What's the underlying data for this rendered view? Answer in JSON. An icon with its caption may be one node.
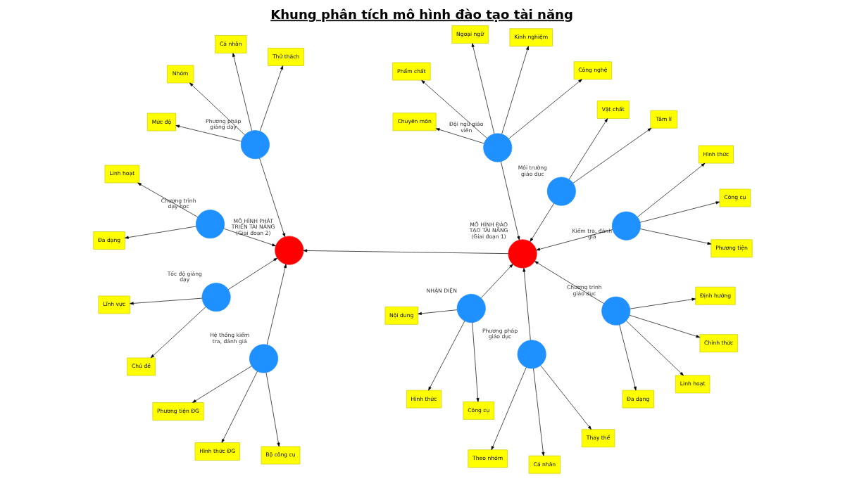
{
  "diagram": {
    "title": "Khung phân tích mô hình đào tạo tài năng",
    "nodes": [
      {
        "text": [
          "Đa dạng"
        ]
      },
      {
        "text": [
          "Chính thức"
        ]
      },
      {
        "text": [
          "Linh hoạt"
        ]
      },
      {
        "text": [
          "Định hướng"
        ]
      },
      {
        "text": [
          "Công cụ"
        ]
      },
      {
        "text": [
          "Nội dung"
        ]
      },
      {
        "text": [
          "Hình thức"
        ]
      },
      {
        "text": [
          "Bộ công cụ"
        ]
      },
      {
        "text": [
          "Phương tiện ĐG"
        ]
      },
      {
        "text": [
          "Hình thức ĐG"
        ]
      },
      {
        "text": [
          "Cá nhân"
        ]
      },
      {
        "text": [
          "Theo nhóm"
        ]
      },
      {
        "text": [
          "Thay thế"
        ]
      },
      {
        "text": [
          "Chương trình giáo dục"
        ]
      },
      {
        "text": [
          "NHẬN DIỆN"
        ]
      },
      {
        "text": [
          "Hệ thống kiểm tra, đánh giá"
        ]
      },
      {
        "text": [
          "Phương pháp giáo dục"
        ]
      },
      {
        "text": [
          "Linh hoạt"
        ]
      },
      {
        "text": [
          "Đa dạng"
        ]
      },
      {
        "text": [
          "Chương trình dạy học"
        ]
      },
      {
        "text": [
          "Phẩm chất"
        ]
      },
      {
        "text": [
          "Chuyên môn"
        ]
      },
      {
        "text": [
          "Kinh nghiệm"
        ]
      },
      {
        "text": [
          "Công nghệ"
        ]
      },
      {
        "text": [
          "Ngoại ngữ"
        ]
      },
      {
        "text": [
          "MÔ HÌNH ĐÀO TẠO TÀI NĂNG",
          "(Giai đoạn 1)"
        ]
      },
      {
        "text": [
          "MÔ HÌNH PHÁT TRIỂN TÀI NĂNG",
          "(Giai đoạn 2)"
        ]
      },
      {
        "text": [
          "Đội ngũ giáo viên"
        ]
      },
      {
        "text": [
          "Kiểm tra, đánh giá"
        ]
      },
      {
        "text": [
          "Môi trường giáo dục"
        ]
      },
      {
        "text": [
          "Phương pháp giảng dạy"
        ]
      },
      {
        "text": [
          "Tốc độ giảng dạy"
        ]
      },
      {
        "text": [
          "Chủ đề"
        ]
      },
      {
        "text": [
          "Lĩnh vực"
        ]
      },
      {
        "text": [
          "Công cụ"
        ]
      },
      {
        "text": [
          "Phương tiện"
        ]
      },
      {
        "text": [
          "Hình thức"
        ]
      },
      {
        "text": [
          "Tâm lí"
        ]
      },
      {
        "text": [
          "Vật chất"
        ]
      },
      {
        "text": [
          "Mức độ"
        ]
      },
      {
        "text": [
          "Thử thách"
        ]
      },
      {
        "text": [
          "Cá nhân"
        ]
      },
      {
        "text": [
          "Nhóm"
        ]
      }
    ],
    "edges": [
      {
        "from": 13,
        "to": 0,
        "arrow": "to"
      },
      {
        "from": 13,
        "to": 1,
        "arrow": "to"
      },
      {
        "from": 13,
        "to": 2,
        "arrow": "to"
      },
      {
        "from": 13,
        "to": 3,
        "arrow": "to"
      },
      {
        "from": 13,
        "to": 25,
        "arrow": "to"
      },
      {
        "from": 14,
        "to": 4,
        "arrow": "to"
      },
      {
        "from": 14,
        "to": 5,
        "arrow": "to"
      },
      {
        "from": 14,
        "to": 6,
        "arrow": "to"
      },
      {
        "from": 14,
        "to": 25,
        "arrow": "to"
      },
      {
        "from": 15,
        "to": 7,
        "arrow": "to"
      },
      {
        "from": 15,
        "to": 8,
        "arrow": "to"
      },
      {
        "from": 15,
        "to": 9,
        "arrow": "to"
      },
      {
        "from": 15,
        "to": 26,
        "arrow": "to"
      },
      {
        "from": 16,
        "to": 10,
        "arrow": "to"
      },
      {
        "from": 16,
        "to": 11,
        "arrow": "to"
      },
      {
        "from": 16,
        "to": 12,
        "arrow": "to"
      },
      {
        "from": 16,
        "to": 25,
        "arrow": "to"
      },
      {
        "from": 19,
        "to": 17,
        "arrow": "to"
      },
      {
        "from": 19,
        "to": 18,
        "arrow": "to"
      },
      {
        "from": 19,
        "to": 26,
        "arrow": "to"
      },
      {
        "from": 27,
        "to": 20,
        "arrow": "to"
      },
      {
        "from": 27,
        "to": 21,
        "arrow": "to"
      },
      {
        "from": 27,
        "to": 22,
        "arrow": "to"
      },
      {
        "from": 27,
        "to": 23,
        "arrow": "to"
      },
      {
        "from": 27,
        "to": 24,
        "arrow": "to"
      },
      {
        "from": 27,
        "to": 25,
        "arrow": "to"
      },
      {
        "from": 25,
        "to": 26,
        "arrow": "to"
      },
      {
        "from": 28,
        "to": 34,
        "arrow": "to"
      },
      {
        "from": 28,
        "to": 35,
        "arrow": "to"
      },
      {
        "from": 28,
        "to": 36,
        "arrow": "to"
      },
      {
        "from": 28,
        "to": 25,
        "arrow": "to"
      },
      {
        "from": 29,
        "to": 37,
        "arrow": "to"
      },
      {
        "from": 29,
        "to": 38,
        "arrow": "to"
      },
      {
        "from": 29,
        "to": 25,
        "arrow": "to"
      },
      {
        "from": 30,
        "to": 39,
        "arrow": "to"
      },
      {
        "from": 30,
        "to": 40,
        "arrow": "to"
      },
      {
        "from": 30,
        "to": 41,
        "arrow": "to"
      },
      {
        "from": 30,
        "to": 42,
        "arrow": "to"
      },
      {
        "from": 30,
        "to": 26,
        "arrow": "to"
      },
      {
        "from": 31,
        "to": 32,
        "arrow": "to"
      },
      {
        "from": 31,
        "to": 33,
        "arrow": "to"
      },
      {
        "from": 31,
        "to": 26,
        "arrow": "to"
      }
    ]
  }
}
